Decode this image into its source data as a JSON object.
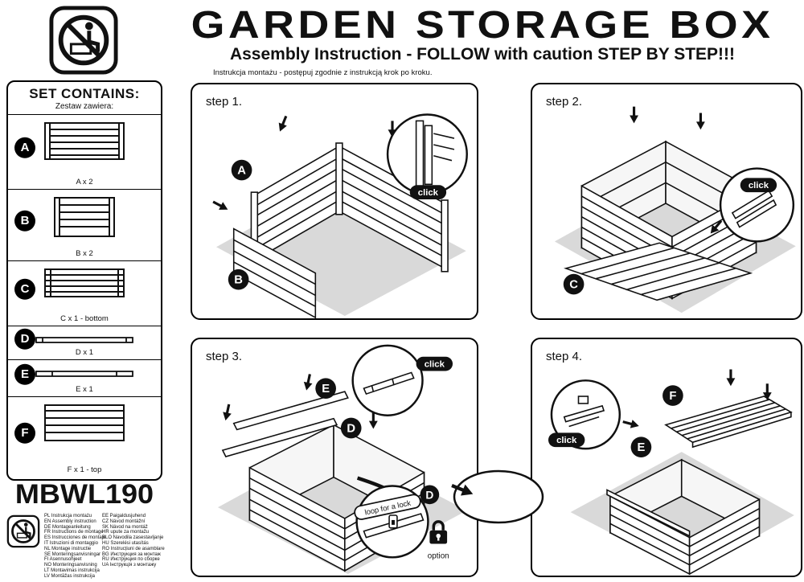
{
  "header": {
    "title": "GARDEN STORAGE BOX",
    "subtitle": "Assembly Instruction - FOLLOW with caution  STEP BY STEP!!!",
    "note": "Instrukcja montażu - postępuj zgodnie z instrukcją krok po kroku."
  },
  "sidebar": {
    "title": "SET CONTAINS:",
    "subtitle": "Zestaw zawiera:",
    "parts": [
      {
        "letter": "A",
        "label": "A x 2"
      },
      {
        "letter": "B",
        "label": "B x 2"
      },
      {
        "letter": "C",
        "label": "C x 1 - bottom"
      },
      {
        "letter": "D",
        "label": "D x 1"
      },
      {
        "letter": "E",
        "label": "E x 1"
      },
      {
        "letter": "F",
        "label": "F x 1 - top"
      }
    ],
    "model": "MBWL190"
  },
  "languages": {
    "col1": [
      "PL Instrukcja montażu",
      "EN Assembly instruction",
      "DE Montageanleitung",
      "FR Instructions de montage",
      "ES Instrucciones de montaje",
      "IT Istruzioni di montaggio",
      "NL Montage instructie",
      "SE Monteringsanvisningar",
      "FI Asennusohjeet",
      "NO Monteringsanvisning",
      "LT Montavimas instrukcija",
      "LV Montāžas instrukcija"
    ],
    "col2": [
      "EE Paigaldusjuhend",
      "CZ Návod montážní",
      "SK Návod na montáž",
      "HR upute za montažu",
      "SLO Navodila zasestavljanje",
      "HU Szerelési utasítás",
      "RO Instrucțiuni de asamblare",
      "BG Инструкция за монтаж",
      "RU Инструкция по сборке",
      "UA Інструкція з монтажу"
    ]
  },
  "steps": {
    "step1": {
      "label": "step 1.",
      "click": "click",
      "badge_a": "A",
      "badge_b": "B"
    },
    "step2": {
      "label": "step 2.",
      "click": "click",
      "badge_c": "C"
    },
    "step3": {
      "label": "step 3.",
      "click": "click",
      "badge_e": "E",
      "badge_d": "D",
      "badge_d2": "D",
      "loop_label": "loop for a lock",
      "option_label": "option"
    },
    "step4": {
      "label": "step 4.",
      "click": "click",
      "badge_f": "F",
      "badge_e": "E"
    }
  },
  "colors": {
    "ink": "#111111",
    "floor_gray": "#d9d9d9"
  }
}
